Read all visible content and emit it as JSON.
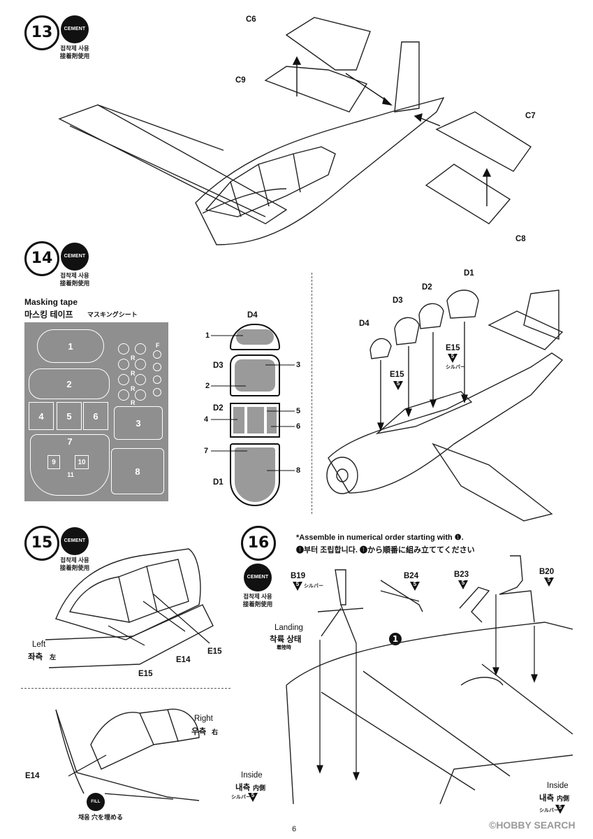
{
  "cement": {
    "badge": "CEMENT",
    "line1": "접착제 사용",
    "line2": "接着剤使用"
  },
  "steps": {
    "s13": {
      "number": "13",
      "labels": {
        "c6": "C6",
        "c9": "C9",
        "c7": "C7",
        "c8": "C8"
      }
    },
    "s14": {
      "number": "14",
      "masking_en": "Masking tape",
      "masking_ko": "마스킹 테이프",
      "masking_ja": "マスキングシート",
      "sheet_numbers": [
        "1",
        "2",
        "3",
        "4",
        "5",
        "6",
        "7",
        "8",
        "9",
        "10",
        "11"
      ],
      "sheet_r": [
        "R",
        "R",
        "R",
        "R"
      ],
      "sheet_f": "F",
      "canopy_labels": {
        "d4": "D4",
        "d3": "D3",
        "d2": "D2",
        "d1": "D1",
        "d1b": "D1",
        "d2b": "D2",
        "d3b": "D3",
        "d4b": "D4"
      },
      "mask_callouts": [
        "1",
        "2",
        "3",
        "4",
        "5",
        "6",
        "7",
        "8"
      ],
      "e15a": "E15",
      "e15b": "E15"
    },
    "s15": {
      "number": "15",
      "left_en": "Left",
      "left_ko": "좌측",
      "left_ja": "左",
      "right_en": "Right",
      "right_ko": "우측",
      "right_ja": "右",
      "e15_a": "E15",
      "e14_a": "E14",
      "e15_b": "E15",
      "e14_b": "E14",
      "fill_badge": "FILL",
      "fill_text": "채움 穴を埋める"
    },
    "s16": {
      "number": "16",
      "assemble_en": "*Assemble in numerical order starting with ❶.",
      "assemble_ko": "❶부터 조립합니다. ❶から順番に組み立ててください",
      "b19": "B19",
      "b24": "B24",
      "b23": "B23",
      "b20": "B20",
      "landing_en": "Landing",
      "landing_ko": "착륙 상태",
      "landing_ja": "着陸時",
      "order": "1",
      "inside_en": "Inside",
      "inside_ko": "내측",
      "inside_ja": "内側",
      "inside2_en": "Inside",
      "inside2_ko": "내측",
      "inside2_ja": "内側"
    }
  },
  "paint": {
    "number": "5",
    "name": "シルバー"
  },
  "page_number": "6",
  "watermark": "©HOBBY SEARCH"
}
